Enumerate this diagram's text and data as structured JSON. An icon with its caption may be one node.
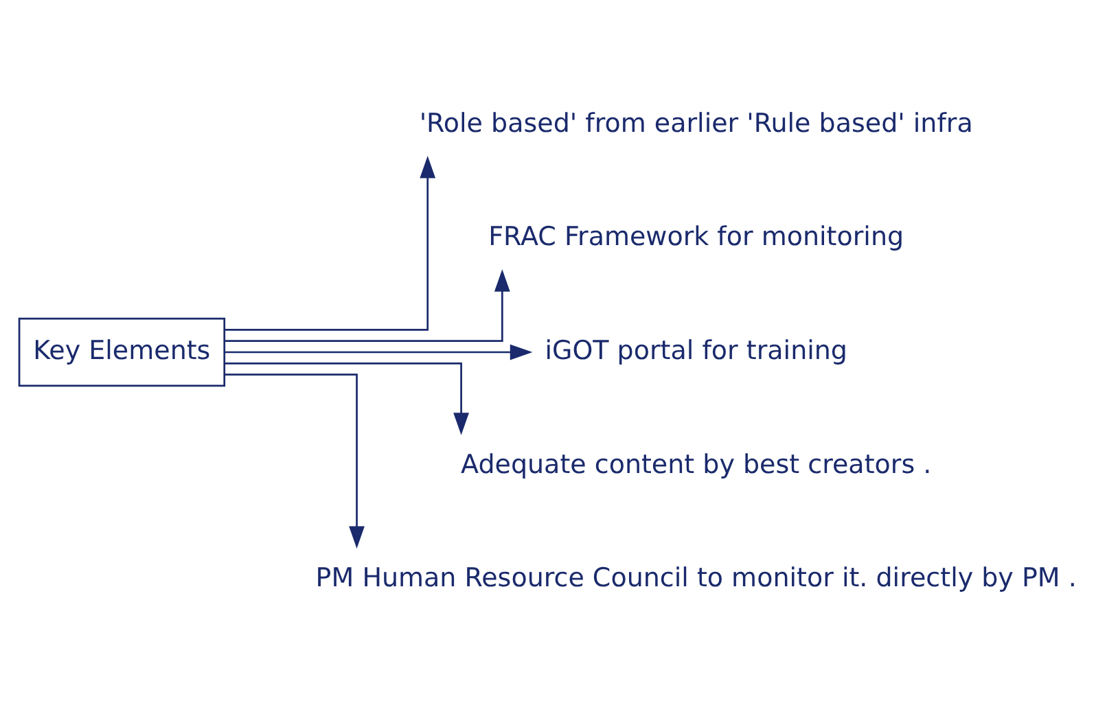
{
  "diagram": {
    "nodes": [
      {
        "text": [
          "Key Elements"
        ]
      },
      {
        "text": [
          "'Role based' from earlier 'Rule based' infra"
        ]
      },
      {
        "text": [
          "FRAC Framework for monitoring"
        ]
      },
      {
        "text": [
          "iGOT portal for training"
        ]
      },
      {
        "text": [
          "Adequate content by best creators ."
        ]
      },
      {
        "text": [
          "PM Human Resource Council to monitor it. directly by PM ."
        ]
      }
    ],
    "edges": [
      {
        "from": 0,
        "to": 1,
        "arrow": "to"
      },
      {
        "from": 0,
        "to": 2,
        "arrow": "to"
      },
      {
        "from": 0,
        "to": 3,
        "arrow": "to"
      },
      {
        "from": 0,
        "to": 4,
        "arrow": "to"
      },
      {
        "from": 0,
        "to": 5,
        "arrow": "to"
      }
    ]
  }
}
